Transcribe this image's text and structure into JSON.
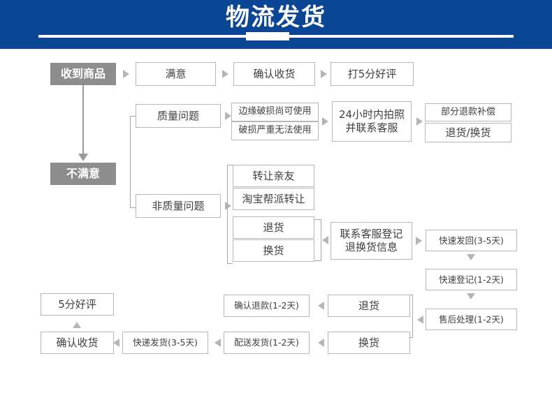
{
  "header": {
    "title": "物流发货",
    "background_color": "#0b4694",
    "text_color": "#ffffff"
  },
  "colors": {
    "shaded_node_fill": "#8d8d8d",
    "node_border": "#b7b7b7",
    "connector": "#9e9e9e",
    "arrow": "#b5b5b5",
    "node_text": "#3f3f3f"
  },
  "flow": {
    "nodes": {
      "received_goods": "收到商品",
      "satisfied": "满意",
      "confirm_receipt_top": "确认收货",
      "five_star_review_top": "打5分好评",
      "not_satisfied": "不满意",
      "quality_issue": "质量问题",
      "edge_damage_usable": "边缘破损尚可使用",
      "severe_damage_unusable": "破损严重无法使用",
      "photo_within_24h": "24小时内拍照\n并联系客服",
      "partial_refund": "部分退款补偿",
      "return_or_exchange": "退货/换货",
      "non_quality_issue": "非质量问题",
      "transfer_to_friend": "转让亲友",
      "taobao_gang_transfer": "淘宝帮派转让",
      "return_goods_mid": "退货",
      "exchange_goods_mid": "换货",
      "contact_service_register": "联系客服登记\n退换货信息",
      "fast_send_back": "快速发回(3-5天)",
      "fast_register": "快速登记(1-2天)",
      "after_sales_process": "售后处理(1-2天)",
      "return_goods_bottom": "退货",
      "exchange_goods_bottom": "换货",
      "confirm_refund": "确认退款(1-2天)",
      "delivery_shipment": "配送发货(1-2天)",
      "express_shipment": "快递发货(3-5天)",
      "confirm_receipt_bottom": "确认收货",
      "five_star_review_bottom": "5分好评"
    }
  }
}
